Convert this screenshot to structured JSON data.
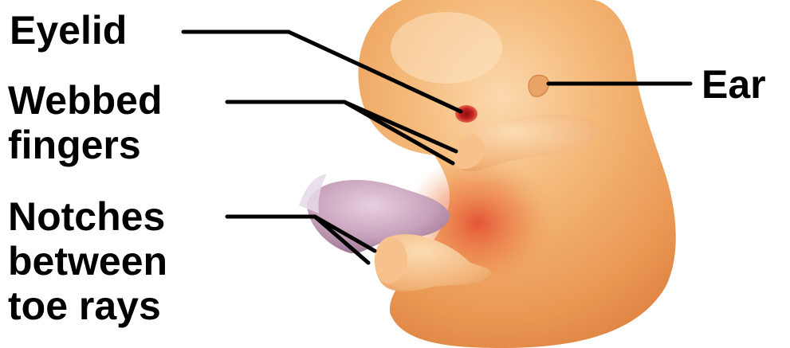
{
  "diagram": {
    "labels": {
      "eyelid": "Eyelid",
      "webbed_line1": "Webbed",
      "webbed_line2": "fingers",
      "notches_line1": "Notches",
      "notches_line2": "between",
      "notches_line3": "toe rays",
      "ear": "Ear"
    },
    "colors": {
      "embryo_highlight": "#f7c690",
      "embryo_mid": "#eb9a55",
      "embryo_deep": "#e05a2e",
      "yolk_sac": "#c9a3b8",
      "eyelid": "#c02020",
      "leader_lines": "#000000"
    }
  }
}
